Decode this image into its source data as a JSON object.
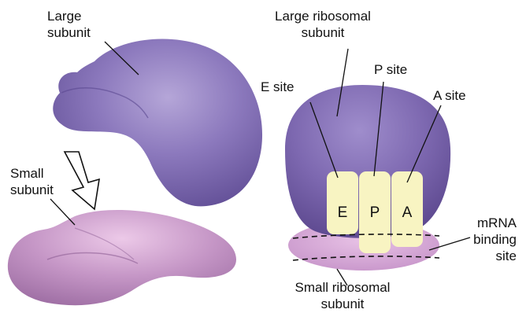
{
  "left": {
    "large_subunit": [
      "Large",
      "subunit"
    ],
    "small_subunit": [
      "Small",
      "subunit"
    ]
  },
  "right": {
    "large_ribosomal_subunit": [
      "Large ribosomal",
      "subunit"
    ],
    "small_ribosomal_subunit": [
      "Small ribosomal",
      "subunit"
    ],
    "e_site": "E site",
    "p_site": "P site",
    "a_site": "A site",
    "mrna_binding_site": [
      "mRNA",
      "binding",
      "site"
    ],
    "e_letter": "E",
    "p_letter": "P",
    "a_letter": "A"
  },
  "colors": {
    "large_subunit": "#7f6bb0",
    "small_subunit": "#bf8fc0",
    "site_fill": "#f8f4c2",
    "line": "#111111"
  }
}
